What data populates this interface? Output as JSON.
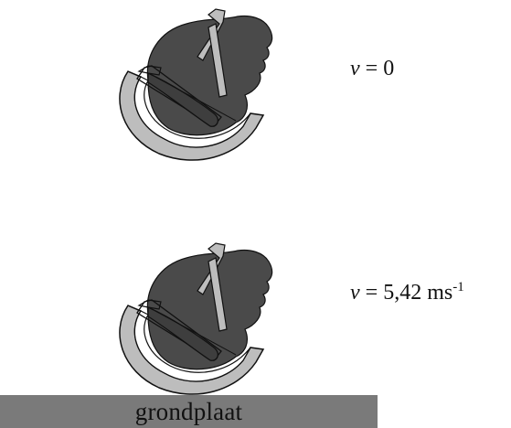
{
  "panels": [
    {
      "var": "v",
      "eq": " = 0",
      "unit": "",
      "exp": ""
    },
    {
      "var": "v",
      "eq": " = 5,42 ",
      "unit": "ms",
      "exp": "-1"
    }
  ],
  "ground_plate": {
    "label": "grondplaat"
  },
  "colors": {
    "head": "#4a4a4a",
    "helmet_shell": "#bdbdbd",
    "liner": "#ffffff",
    "strap": "#bdbdbd",
    "outline": "#111111",
    "plate": "#7a7a7a"
  }
}
